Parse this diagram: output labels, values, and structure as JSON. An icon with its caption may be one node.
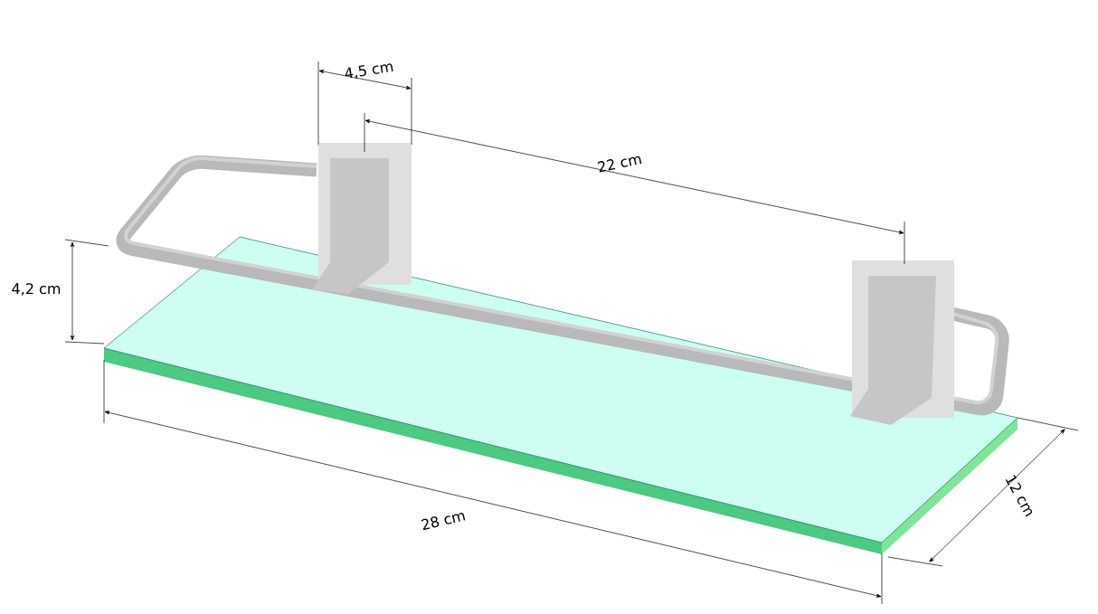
{
  "diagram": {
    "labels": [
      "4,5 cm",
      "22 cm",
      "4,2 cm",
      "28 cm",
      "12 cm"
    ]
  }
}
